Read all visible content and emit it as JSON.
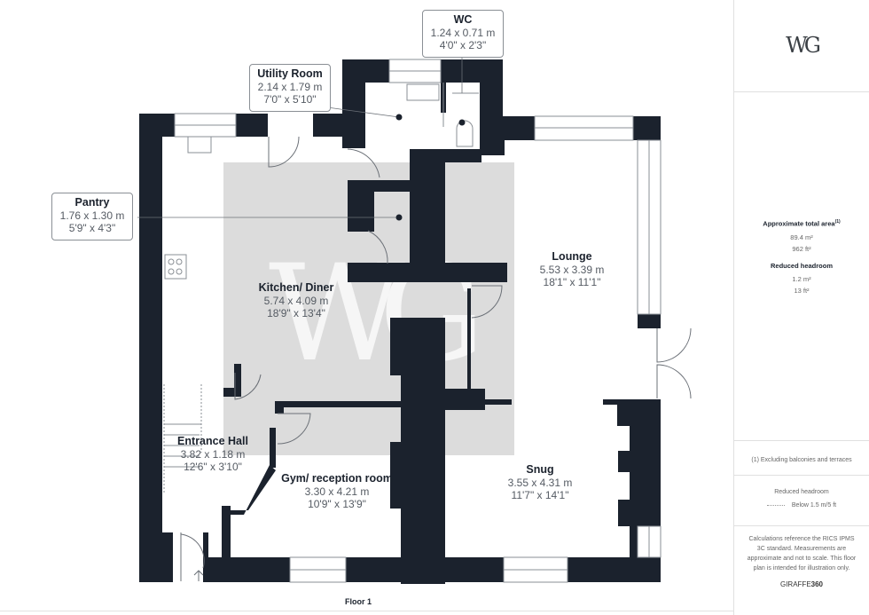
{
  "floor_plan": {
    "floor_label": "Floor 1",
    "rooms": [
      {
        "name": "Kitchen/ Diner",
        "metric": "5.74 x 4.09 m",
        "imperial": "18'9\" x 13'4\""
      },
      {
        "name": "Lounge",
        "metric": "5.53 x 3.39 m",
        "imperial": "18'1\" x 11'1\""
      },
      {
        "name": "Snug",
        "metric": "3.55 x 4.31 m",
        "imperial": "11'7\" x 14'1\""
      },
      {
        "name": "Gym/ reception room",
        "metric": "3.30 x 4.21 m",
        "imperial": "10'9\" x 13'9\""
      },
      {
        "name": "Entrance Hall",
        "metric": "3.82 x 1.18 m",
        "imperial": "12'6\" x 3'10\""
      }
    ],
    "callouts": [
      {
        "name": "WC",
        "metric": "1.24 x 0.71 m",
        "imperial": "4'0\" x 2'3\""
      },
      {
        "name": "Utility Room",
        "metric": "2.14 x 1.79 m",
        "imperial": "7'0\" x 5'10\""
      },
      {
        "name": "Pantry",
        "metric": "1.76 x 1.30 m",
        "imperial": "5'9\" x 4'3\""
      }
    ],
    "watermark": "WG",
    "colors": {
      "wall": "#1b222d",
      "shade": "#dcdcdc",
      "window": "#ffffff"
    }
  },
  "sidebar": {
    "logo": "WG",
    "total_area_title": "Approximate total area",
    "total_area_note_mark": "(1)",
    "total_area_m2": "89.4 m²",
    "total_area_ft2": "962 ft²",
    "reduced_headroom_title": "Reduced headroom",
    "reduced_headroom_m2": "1.2 m²",
    "reduced_headroom_ft2": "13 ft²",
    "footnote": "(1) Excluding balconies and terraces",
    "legend_title": "Reduced headroom",
    "legend_item": "Below 1.5 m/5 ft",
    "disclaimer": "Calculations reference the RICS IPMS 3C standard. Measurements are approximate and not to scale. This floor plan is intended for illustration only.",
    "brand_light": "GIRAFFE",
    "brand_bold": "360"
  }
}
